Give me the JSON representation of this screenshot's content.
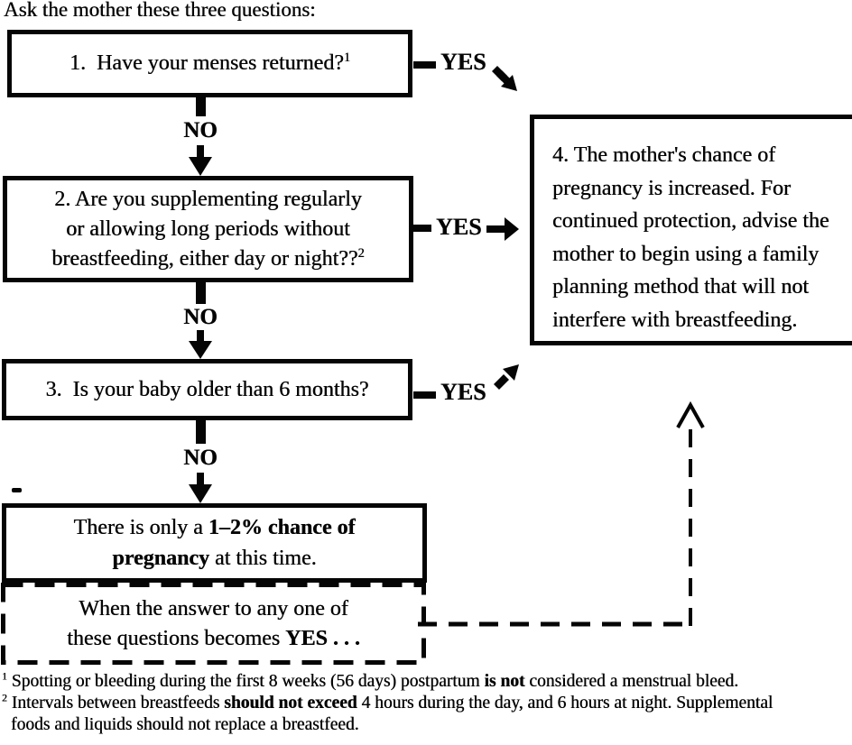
{
  "title": "Ask the mother these three questions:",
  "labels": {
    "yes1": "YES",
    "yes2": "YES",
    "yes3": "YES",
    "no1": "NO",
    "no2": "NO",
    "no3": "NO"
  },
  "boxes": {
    "q1": {
      "text": "1.  Have your menses returned?",
      "footnote_ref": "1"
    },
    "q2": {
      "line1": "2. Are you supplementing regularly",
      "line2": "or allowing long periods without",
      "line3": "breastfeeding, either day or night?",
      "footnote_ref": "2"
    },
    "q3": {
      "text": "3.  Is your baby older than 6 months?"
    },
    "increased_chance": {
      "lines": [
        "4. The mother's chance of",
        "pregnancy is increased. For",
        "continued protection, advise the",
        "mother to begin using a family",
        "planning method that will not",
        "interfere with breastfeeding."
      ]
    },
    "low_chance": {
      "line1_normal": "There is only a ",
      "line1_bold": "1–2% chance of",
      "line2_bold": "pregnancy",
      "line2_normal": " at this time."
    },
    "becomes_yes": {
      "line1": "When the answer to any one of",
      "line2_normal": "these questions becomes ",
      "line2_bold": "YES . . ."
    }
  },
  "footnotes": {
    "fn1": {
      "marker": "1",
      "text_pre": " Spotting or bleeding during the first 8 weeks (56 days) postpartum ",
      "text_bold": "is not",
      "text_post": " considered a menstrual bleed."
    },
    "fn2": {
      "marker": "2",
      "text_pre": " Intervals between breastfeeds ",
      "text_bold": "should not exceed",
      "text_post": " 4 hours during the day, and 6 hours at night. Supplemental",
      "text_cont": "foods and liquids should not replace a breastfeed."
    }
  },
  "colors": {
    "ink": "#050505",
    "paper": "#ffffff"
  }
}
